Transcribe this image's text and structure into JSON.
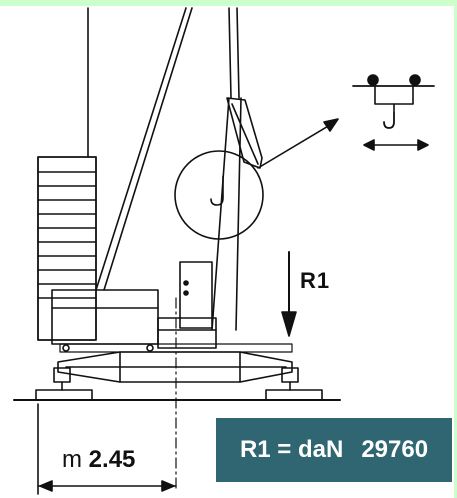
{
  "labels": {
    "reaction": "R1",
    "result_text": "R1 = daN",
    "result_value": "29760",
    "dimension_unit": "m",
    "dimension_value": "2.45"
  },
  "colors": {
    "result_box": "#2f6672",
    "top_band": "#ccffcc",
    "line": "#111111"
  },
  "icons": [
    "hook-trolley-icon",
    "hook-icon",
    "double-arrow-icon",
    "down-arrow-icon"
  ]
}
